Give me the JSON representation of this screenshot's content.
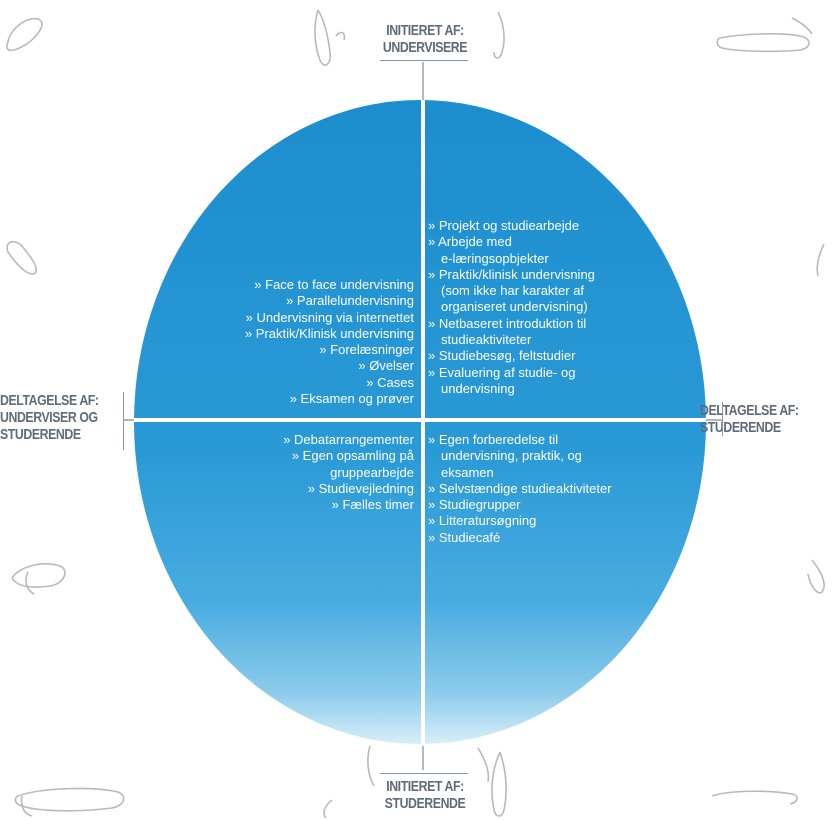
{
  "colors": {
    "ellipse_top": "#1e8fcf",
    "ellipse_mid": "#2b9bd7",
    "ellipse_bottom": "#bfe2f2",
    "divider": "#ffffff",
    "axis_text": "#5d6b7a",
    "axis_line": "#8a96a3",
    "doodle_stroke": "#b9b9b9"
  },
  "axes": {
    "top": [
      "INITIERET AF:",
      "UNDERVISERE"
    ],
    "bottom": [
      "INITIERET AF:",
      "STUDERENDE"
    ],
    "left": [
      "DELTAGELSE AF:",
      "UNDERVISER OG",
      "STUDERENDE"
    ],
    "right": [
      "DELTAGELSE AF:",
      "STUDERENDE"
    ]
  },
  "quadrants": {
    "top_left": [
      "» Face to face undervisning",
      "» Parallelundervisning",
      "» Undervisning via internettet",
      "» Praktik/Klinisk undervisning",
      "» Forelæsninger",
      "» Øvelser",
      "» Cases",
      "» Eksamen og prøver"
    ],
    "top_right": [
      "» Projekt og studiearbejde",
      "» Arbejde med",
      "e-læringsopbjekter",
      "» Praktik/klinisk undervisning",
      "(som ikke har karakter af",
      "organiseret undervisning)",
      "» Netbaseret introduktion til",
      "studieaktiviteter",
      "» Studiebesøg, feltstudier",
      "» Evaluering af studie- og",
      "undervisning"
    ],
    "bottom_left": [
      "» Debatarrangementer",
      "» Egen opsamling på",
      "gruppearbejde",
      "» Studievejledning",
      "» Fælles timer"
    ],
    "bottom_right": [
      "» Egen forberedelse til",
      "undervisning, praktik, og",
      "eksamen",
      "» Selvstændige studieaktiviteter",
      "» Studiegrupper",
      "» Litteratursøgning",
      "» Studiecafé"
    ]
  }
}
